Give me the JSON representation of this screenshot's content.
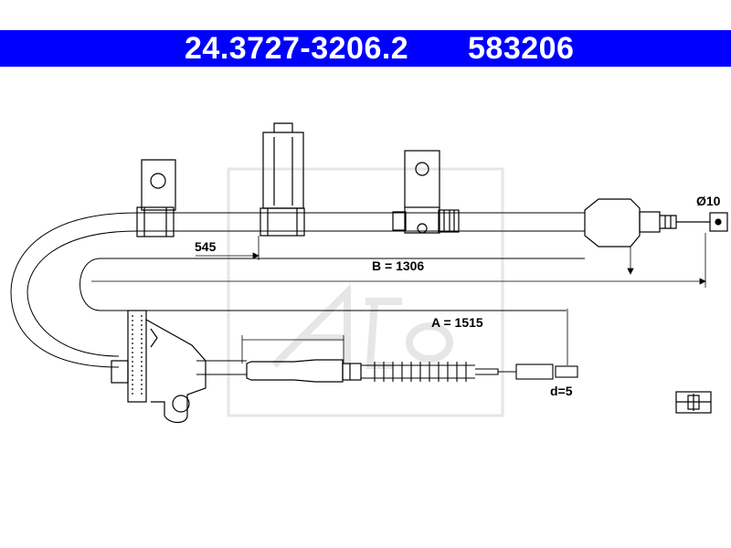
{
  "header": {
    "part_number": "24.3727-3206.2",
    "reference_number": "583206",
    "background_color": "#0000ff"
  },
  "dimensions": {
    "dim_545": "545",
    "dim_b": "B = 1306",
    "dim_a": "A = 1515",
    "dim_d": "d=5",
    "dim_diameter": "Ø10"
  },
  "watermark": {
    "brand": "ate"
  }
}
